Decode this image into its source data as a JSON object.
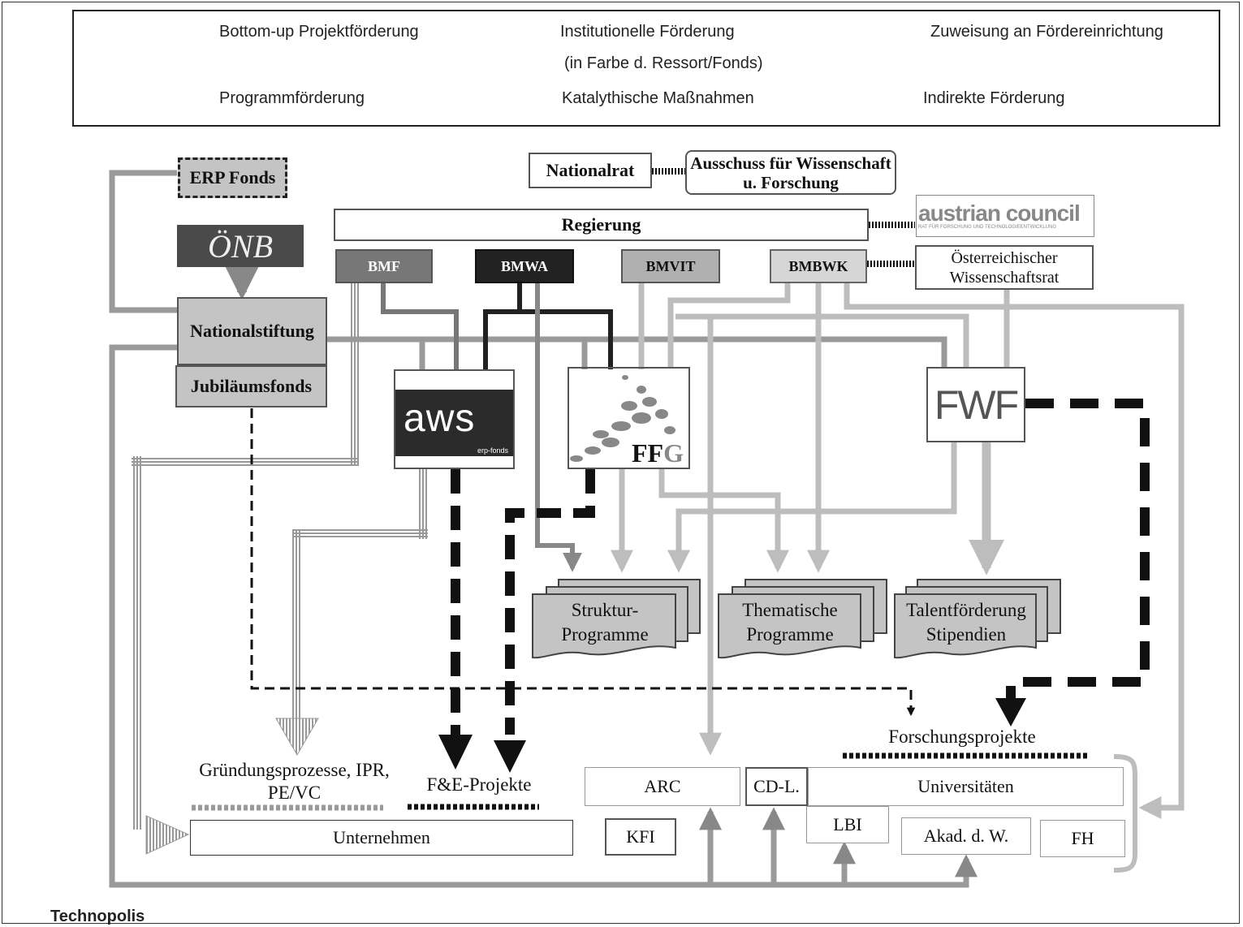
{
  "legend": {
    "bottom_up": "Bottom-up Projektförderung",
    "institutionell": "Institutionelle Förderung",
    "institutionell_note": "(in Farbe d. Ressort/Fonds)",
    "zuweisung": "Zuweisung an Fördereinrichtung",
    "programm": "Programmförderung",
    "katalytisch": "Katalythische Maßnahmen",
    "indirekt": "Indirekte Förderung"
  },
  "nodes": {
    "erp_fonds": "ERP Fonds",
    "onb": "ÖNB",
    "nationalstiftung": "Nationalstiftung",
    "jubilaeumsfonds": "Jubiläumsfonds",
    "nationalrat": "Nationalrat",
    "ausschuss": "Ausschuss für Wissenschaft u. Forschung",
    "regierung": "Regierung",
    "austrian_council": "austrian council",
    "austrian_council_sub": "RAT FÜR FORSCHUNG UND TECHNOLOGIEENTWICKLUNG",
    "bmf": "BMF",
    "bmwa": "BMWA",
    "bmvit": "BMVIT",
    "bmbwk": "BMBWK",
    "wissenschaftsrat": "Österreichischer Wissenschaftsrat",
    "aws": "aws",
    "aws_sub": "erp-fonds",
    "ffg_ff": "FF",
    "ffg_g": "G",
    "fwf": "FWF",
    "struktur": "Struktur-Programme",
    "thematische": "Thematische Programme",
    "talent": "Talentförderung Stipendien",
    "forschungsprojekte": "Forschungsprojekte",
    "gruendung": "Gründungsprozesse, IPR, PE/VC",
    "fe_projekte": "F&E-Projekte",
    "arc": "ARC",
    "cdl": "CD-L.",
    "universitaeten": "Universitäten",
    "lbi": "LBI",
    "akad": "Akad. d. W.",
    "fh": "FH",
    "kfi": "KFI",
    "unternehmen": "Unternehmen"
  },
  "footer": "Technopolis",
  "colors": {
    "black": "#111111",
    "dark_gray": "#555555",
    "mid_gray": "#888888",
    "light_gray": "#bdbdbd",
    "box_gray": "#c4c4c4"
  }
}
